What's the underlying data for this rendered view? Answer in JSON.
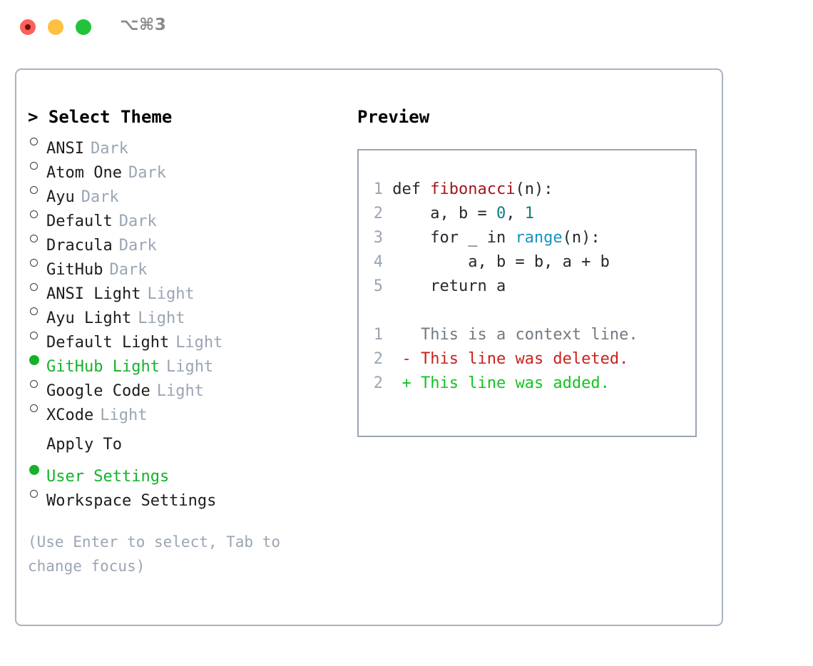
{
  "titlebar": {
    "shortcut": "⌥⌘3",
    "buttons": [
      {
        "name": "close",
        "color": "#fc6058"
      },
      {
        "name": "minimize",
        "color": "#fec041"
      },
      {
        "name": "maximize",
        "color": "#22c33b"
      }
    ]
  },
  "theme_picker": {
    "header": "> Select Theme",
    "selected_theme": "GitHub Light",
    "accent_color": "#16b12b",
    "kind_color": "#9aa5b4",
    "items": [
      {
        "name": "ANSI",
        "kind": "Dark",
        "selected": false
      },
      {
        "name": "Atom One",
        "kind": "Dark",
        "selected": false
      },
      {
        "name": "Ayu",
        "kind": "Dark",
        "selected": false
      },
      {
        "name": "Default",
        "kind": "Dark",
        "selected": false
      },
      {
        "name": "Dracula",
        "kind": "Dark",
        "selected": false
      },
      {
        "name": "GitHub",
        "kind": "Dark",
        "selected": false
      },
      {
        "name": "ANSI Light",
        "kind": "Light",
        "selected": false
      },
      {
        "name": "Ayu Light",
        "kind": "Light",
        "selected": false
      },
      {
        "name": "Default Light",
        "kind": "Light",
        "selected": false
      },
      {
        "name": "GitHub Light",
        "kind": "Light",
        "selected": true
      },
      {
        "name": "Google Code",
        "kind": "Light",
        "selected": false
      },
      {
        "name": "XCode",
        "kind": "Light",
        "selected": false
      }
    ]
  },
  "apply_to": {
    "header": "Apply To",
    "options": [
      {
        "label": "User Settings",
        "selected": true
      },
      {
        "label": "Workspace Settings",
        "selected": false
      }
    ]
  },
  "hint": {
    "text": "(Use Enter to select, Tab to change focus)"
  },
  "preview": {
    "title": "Preview",
    "code_lines": [
      {
        "number": "1",
        "tokens": [
          {
            "text": "def ",
            "type": "plain"
          },
          {
            "text": "fibonacci",
            "type": "fn"
          },
          {
            "text": "(n):",
            "type": "plain"
          }
        ]
      },
      {
        "number": "2",
        "tokens": [
          {
            "text": "    a, b = ",
            "type": "plain"
          },
          {
            "text": "0",
            "type": "num"
          },
          {
            "text": ", ",
            "type": "plain"
          },
          {
            "text": "1",
            "type": "num"
          }
        ]
      },
      {
        "number": "3",
        "tokens": [
          {
            "text": "    for _ in ",
            "type": "plain"
          },
          {
            "text": "range",
            "type": "call"
          },
          {
            "text": "(n):",
            "type": "plain"
          }
        ]
      },
      {
        "number": "4",
        "tokens": [
          {
            "text": "        a, b = b, a + b",
            "type": "plain"
          }
        ]
      },
      {
        "number": "5",
        "tokens": [
          {
            "text": "    return a",
            "type": "plain"
          }
        ]
      }
    ],
    "diff_lines": [
      {
        "number": "1",
        "marker": " ",
        "text": "This is a context line.",
        "type": "context"
      },
      {
        "number": "2",
        "marker": "-",
        "text": "This line was deleted.",
        "type": "del"
      },
      {
        "number": "2",
        "marker": "+",
        "text": "This line was added.",
        "type": "add"
      }
    ],
    "syntax_colors": {
      "function": "#a3161b",
      "number": "#0c7d80",
      "builtin": "#1592c4",
      "plain": "#24292e",
      "gutter": "#9aa5b4",
      "diff_context": "#707a82",
      "diff_deleted": "#c9221c",
      "diff_added": "#16c224"
    }
  }
}
